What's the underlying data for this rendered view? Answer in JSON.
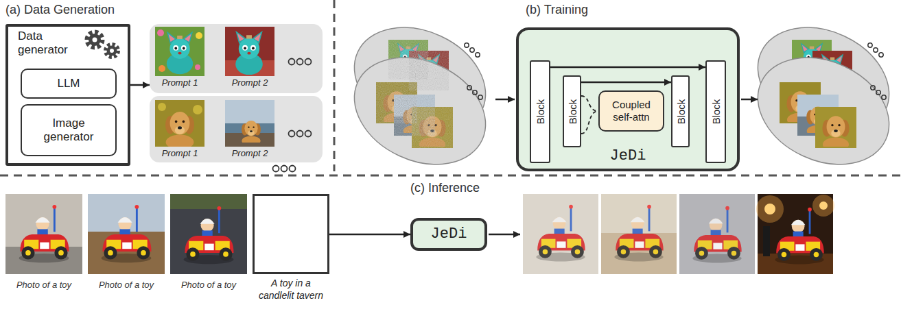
{
  "diagram": {
    "nodes": [
      {
        "text": [
          "Data generator"
        ]
      },
      {
        "text": [
          "LLM"
        ],
        "in": 0
      },
      {
        "text": [
          "Image generator"
        ],
        "in": 0
      },
      {
        "text": [
          "Prompt 1",
          "Prompt 2"
        ]
      },
      {
        "text": [
          "Prompt 1",
          "Prompt 2"
        ]
      },
      {
        "text": [
          "JeDi"
        ]
      },
      {
        "text": [
          "Block"
        ],
        "in": 5
      },
      {
        "text": [
          "Block"
        ],
        "in": 5
      },
      {
        "text": [
          "Coupled self-attn"
        ],
        "in": 5
      },
      {
        "text": [
          "Block"
        ],
        "in": 5
      },
      {
        "text": [
          "Block"
        ],
        "in": 5
      },
      {
        "text": [
          "A toy in a candlelit tavern"
        ]
      },
      {
        "text": [
          "JeDi"
        ]
      }
    ],
    "edges": [
      {
        "from": 0,
        "to": 3,
        "arrow": "to"
      },
      {
        "from": 6,
        "to": 10,
        "arrow": "to"
      },
      {
        "from": 7,
        "to": 9,
        "arrow": "to"
      },
      {
        "from": 7,
        "to": 8,
        "arrow": "none"
      },
      {
        "from": 11,
        "to": 12,
        "arrow": "to"
      }
    ],
    "labels": [
      "(a) Data Generation",
      "(b) Training",
      "(c) Inference",
      "Photo of a toy",
      "Photo of a toy",
      "Photo of a toy"
    ]
  }
}
